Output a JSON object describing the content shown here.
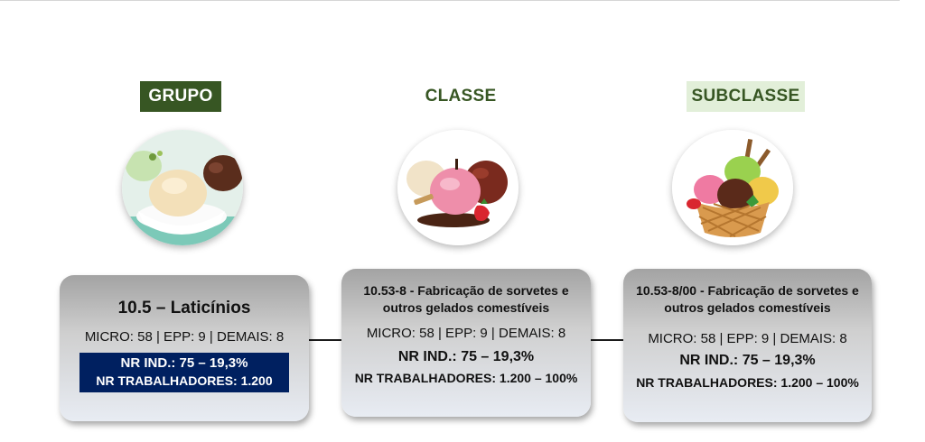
{
  "headings": {
    "grupo": "GRUPO",
    "classe": "CLASSE",
    "subclasse": "SUBCLASSE"
  },
  "cards": [
    {
      "title": "10.5 – Laticínios",
      "counts": "MICRO: 58 | EPP: 9 | DEMAIS: 8",
      "nr_ind": "NR IND.: 75 – 19,3%",
      "nr_trab": "NR TRABALHADORES: 1.200"
    },
    {
      "title": "10.53-8 - Fabricação de sorvetes e outros gelados comestíveis",
      "counts": "MICRO: 58 | EPP: 9 | DEMAIS: 8",
      "nr_ind": "NR IND.: 75 – 19,3%",
      "nr_trab": "NR TRABALHADORES: 1.200 – 100%"
    },
    {
      "title": "10.53-8/00 - Fabricação de sorvetes e outros gelados comestíveis",
      "counts": "MICRO: 58 | EPP: 9 | DEMAIS: 8",
      "nr_ind": "NR IND.: 75 – 19,3%",
      "nr_trab": "NR TRABALHADORES: 1.200 – 100%"
    }
  ],
  "images": [
    "ice-cream-bowl-icon",
    "ice-cream-scoops-icon",
    "ice-cream-waffle-cup-icon"
  ],
  "colors": {
    "dark_green": "#375623",
    "light_green": "#e2efd9",
    "navy": "#002060"
  }
}
